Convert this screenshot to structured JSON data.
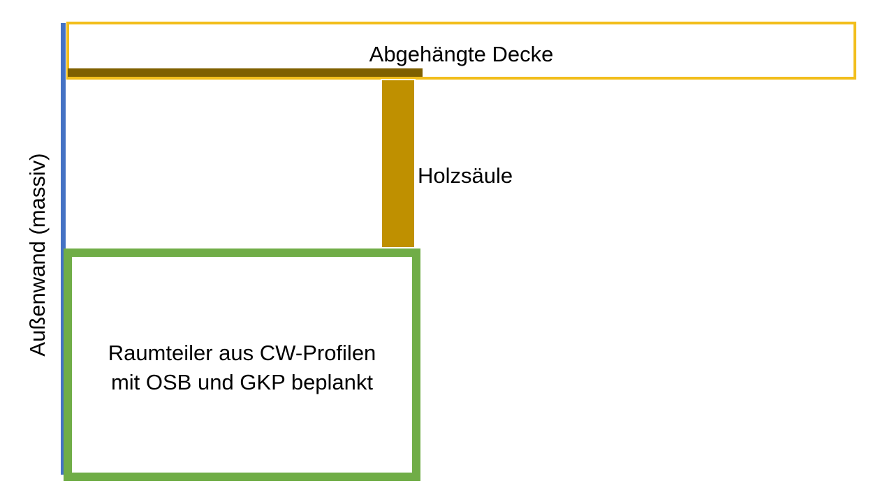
{
  "colors": {
    "outer_wall": "#4472C4",
    "ceiling_border": "#F2BE1B",
    "beam": "#7F6000",
    "column": "#BF9000",
    "divider_border": "#70AD47"
  },
  "labels": {
    "outer_wall": "Außenwand (massiv)",
    "ceiling": "Abgehängte Decke",
    "column": "Holzsäule",
    "divider_line1": "Raumteiler aus CW-Profilen",
    "divider_line2": "mit OSB und GKP beplankt"
  }
}
